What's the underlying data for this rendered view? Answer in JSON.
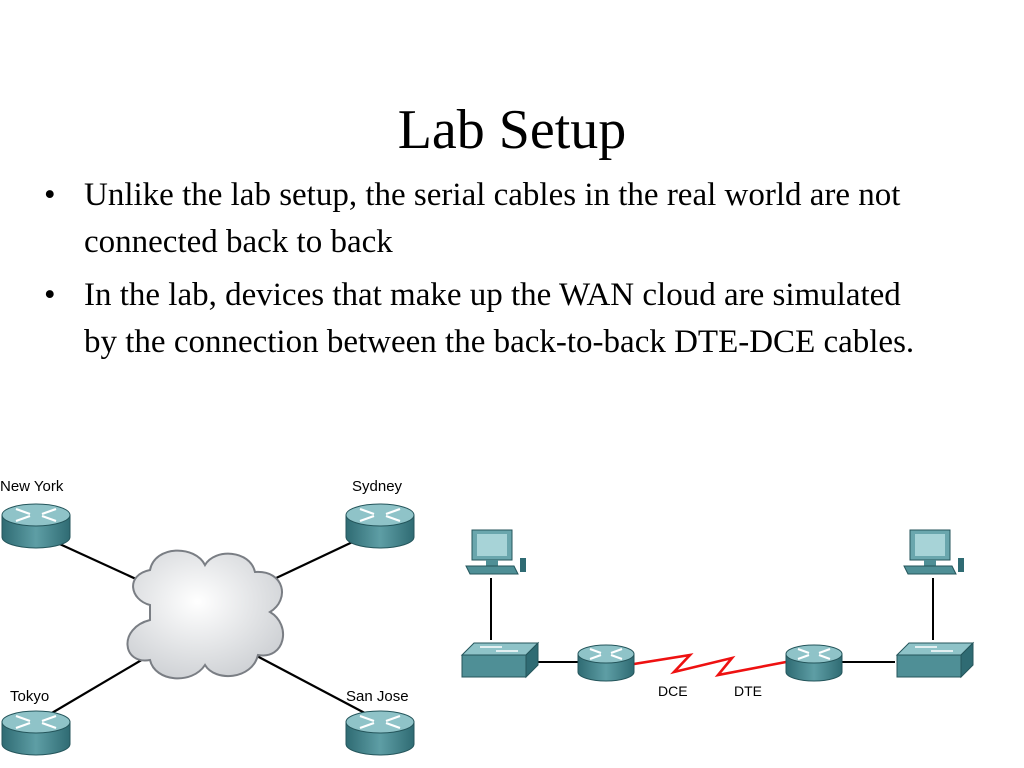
{
  "slide": {
    "title": "Lab Setup",
    "bullets": [
      "Unlike the lab setup, the serial cables in the real world are not connected back to back",
      "In the lab, devices that make up the WAN cloud are simulated by the connection between the back-to-back DTE-DCE cables."
    ]
  },
  "wan_diagram": {
    "routers": [
      "New York",
      "Sydney",
      "Tokyo",
      "San Jose"
    ],
    "cloud_icon": "wan-cloud"
  },
  "lab_diagram": {
    "dce_label": "DCE",
    "dte_label": "DTE",
    "serial_link_color": "#ee1111"
  },
  "colors": {
    "device_teal": "#4f8f96",
    "device_dark": "#2f6b73"
  }
}
